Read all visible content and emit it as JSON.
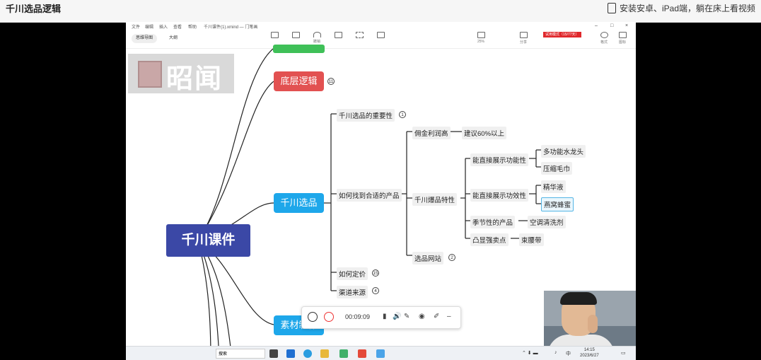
{
  "page": {
    "title": "千川选品逻辑",
    "promo_text": "安装安卓、iPad端，躺在床上看视频"
  },
  "app": {
    "menu": [
      "文件",
      "编辑",
      "插入",
      "查看",
      "帮助"
    ],
    "doc_title": "千川课件(1).xmind — 门笔画",
    "tabs": {
      "mindmap": "思维导图",
      "outline": "大纲"
    },
    "toolbar": [
      "",
      "",
      "撤销",
      "",
      "",
      ""
    ],
    "zoom": "25%",
    "share": "分享",
    "trial_badge": "试用模式（15/77天）",
    "right_tools": [
      "格式",
      "图标"
    ]
  },
  "watermark": {
    "text": "昭闻"
  },
  "mindmap": {
    "root": "千川课件",
    "n1": "底层逻辑",
    "n1_badge": "11",
    "n2": "千川选品",
    "n3": "素材制作",
    "c_importance": "千川选品的重要性",
    "c_importance_badge": "1",
    "c_find": "如何找到合适的产品",
    "c_pricing": "如何定价",
    "c_pricing_badge": "15",
    "c_channel": "渠道来源",
    "c_channel_badge": "4",
    "commission": "佣金利润高",
    "commission_note": "建议60%以上",
    "features": "千川爆品特性",
    "direct_func": "能直接展示功能性",
    "func_1": "多功能水龙头",
    "func_2": "压缩毛巾",
    "direct_effect": "能直接展示功效性",
    "effect_1": "精华液",
    "effect_2": "燕窝蜂蜜",
    "seasonal": "季节性的产品",
    "seasonal_1": "空调清洗剂",
    "selling": "凸显强卖点",
    "selling_1": "束腰带",
    "sites": "选品网站",
    "sites_badge": "2"
  },
  "recorder": {
    "time": "00:09:09"
  },
  "taskbar": {
    "search": "搜索",
    "time": "14:15",
    "date": "2023/6/27",
    "lang": "中"
  }
}
